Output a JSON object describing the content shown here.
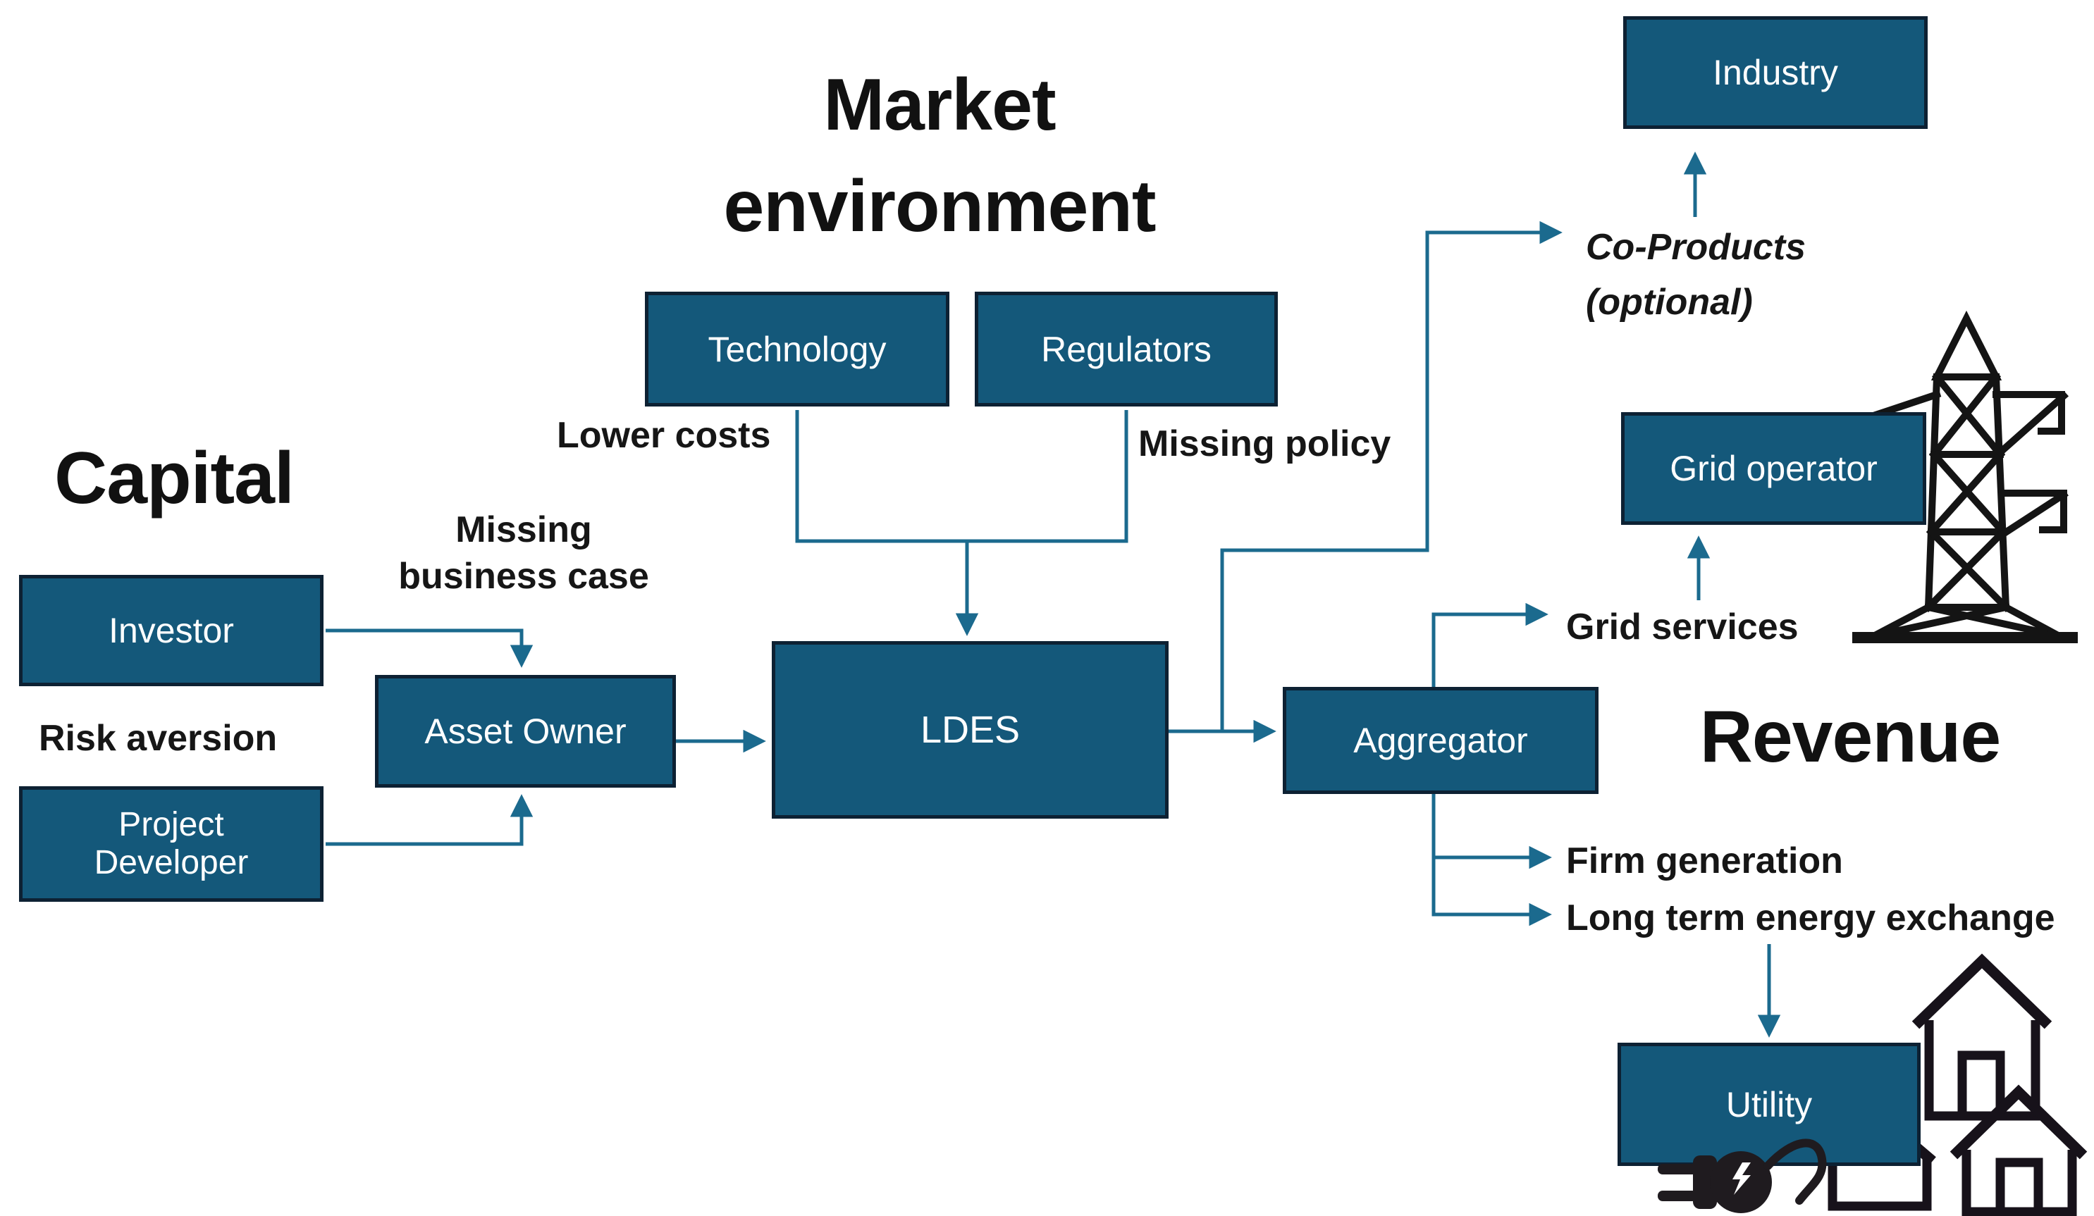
{
  "headings": {
    "market_environment": "Market environment",
    "capital": "Capital",
    "revenue": "Revenue"
  },
  "boxes": {
    "industry": "Industry",
    "technology": "Technology",
    "regulators": "Regulators",
    "investor": "Investor",
    "asset_owner": "Asset Owner",
    "project_developer": "Project Developer",
    "ldes": "LDES",
    "aggregator": "Aggregator",
    "grid_operator": "Grid operator",
    "utility": "Utility"
  },
  "annotations": {
    "lower_costs": "Lower costs",
    "missing_policy": "Missing policy",
    "missing_business_case": "Missing business case",
    "risk_aversion": "Risk aversion",
    "co_products": "Co-Products (optional)",
    "grid_services": "Grid services",
    "firm_generation": "Firm generation",
    "long_term_energy_exchange": "Long term energy exchange"
  },
  "icons": {
    "grid_operator_icon": "transmission-tower",
    "utility_icons": [
      "house",
      "house",
      "house-behind-box",
      "power-plug"
    ]
  },
  "colors": {
    "box_fill": "#14587A",
    "box_border": "#0D2133",
    "arrow": "#1B6A8E",
    "heading_text": "#111111",
    "annotation_text": "#161616",
    "box_text": "#FFFFFF",
    "icon_stroke": "#141414"
  }
}
